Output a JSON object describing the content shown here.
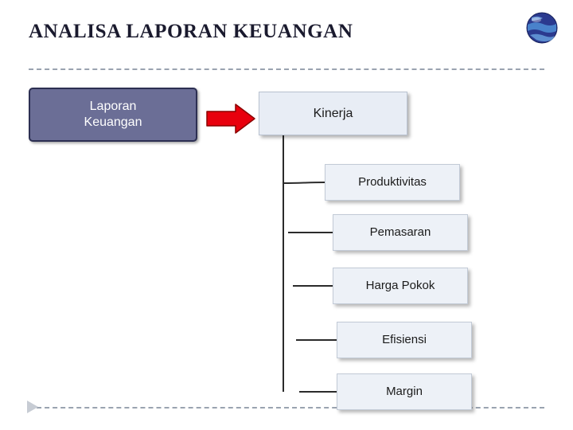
{
  "slide": {
    "title": "ANALISA LAPORAN KEUANGAN",
    "accent_color": "#6b6e96",
    "arrow_color": "#e8000d",
    "rule_color": "#9aa3b0"
  },
  "diagram": {
    "source_box": {
      "label": "Laporan\nKeuangan"
    },
    "arrow": {
      "name": "red-right-arrow"
    },
    "main_node": {
      "label": "Kinerja"
    },
    "leaf_nodes": [
      {
        "label": "Produktivitas"
      },
      {
        "label": "Pemasaran"
      },
      {
        "label": "Harga Pokok"
      },
      {
        "label": "Efisiensi"
      },
      {
        "label": "Margin"
      }
    ]
  },
  "decorations": {
    "globe_icon": "globe-icon",
    "play_marker_icon": "play-triangle-icon"
  }
}
